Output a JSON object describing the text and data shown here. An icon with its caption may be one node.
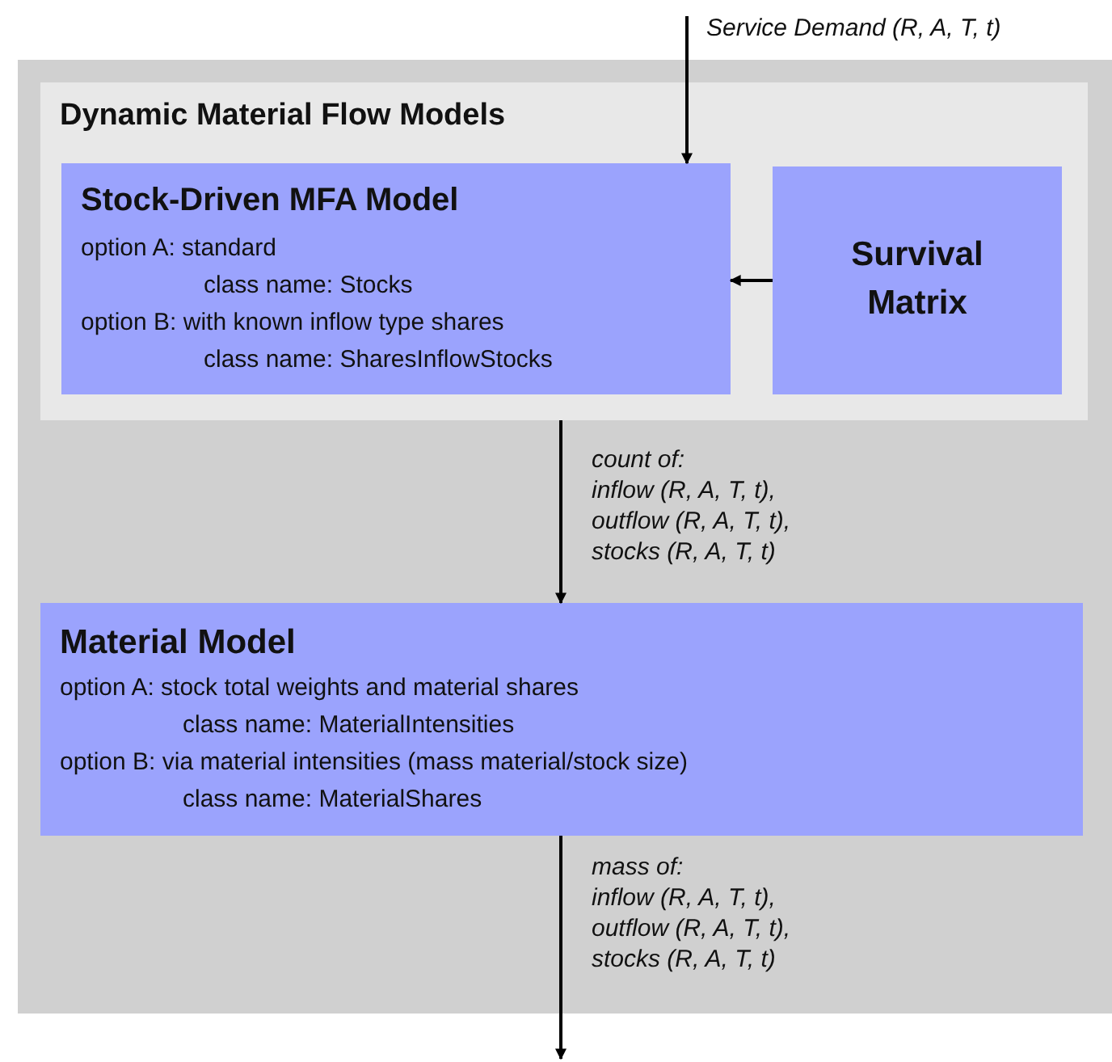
{
  "diagram": {
    "nodes": [
      {
        "text": [],
        "shape": "box"
      },
      {
        "text": [
          "Dynamic Material Flow Models"
        ],
        "in": 0
      },
      {
        "text": [
          "Stock-Driven MFA Model",
          "option A: standard",
          "class name: Stocks",
          "option B: with known inflow type shares",
          "class name: SharesInflowStocks"
        ],
        "in": 1
      },
      {
        "text": [
          "Survival Matrix"
        ],
        "in": 1
      },
      {
        "text": [
          "Material Model",
          "option A: stock total weights and material shares",
          "class name: MaterialIntensities",
          "option B: via material intensities (mass material/stock size)",
          "class name: MaterialShares"
        ],
        "in": 0
      }
    ],
    "edges": [
      {
        "from": null,
        "to": 2,
        "arrow": "to",
        "label": "Service Demand (R, A, T, t)"
      },
      {
        "from": 3,
        "to": 2,
        "arrow": "to"
      },
      {
        "from": 1,
        "to": 4,
        "arrow": "to",
        "label": "count of: inflow (R, A, T, t), outflow (R, A, T, t), stocks (R, A, T, t)"
      },
      {
        "from": 4,
        "to": null,
        "arrow": "to",
        "label": "mass of: inflow (R, A, T, t), outflow (R, A, T, t), stocks (R, A, T, t)"
      }
    ]
  }
}
